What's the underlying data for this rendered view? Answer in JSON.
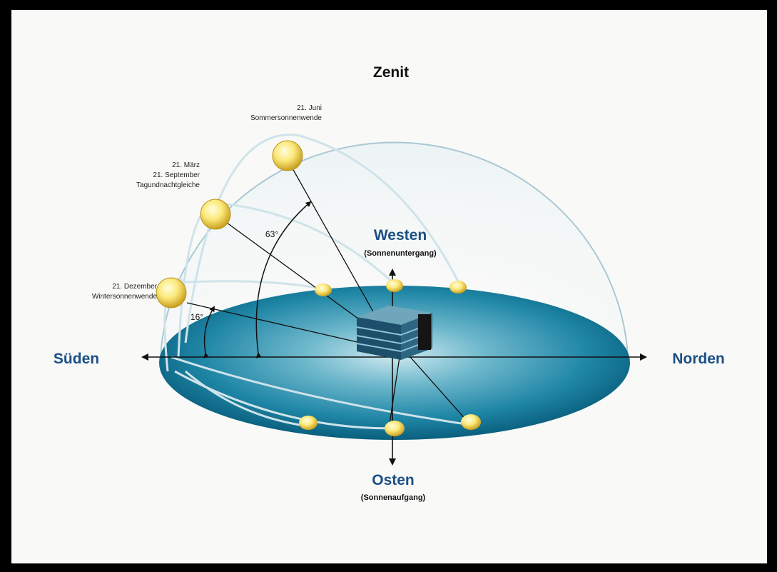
{
  "zenith": "Zenit",
  "directions": {
    "south": "Süden",
    "north": "Norden",
    "west": "Westen",
    "west_sub": "(Sonnenuntergang)",
    "east": "Osten",
    "east_sub": "(Sonnenaufgang)"
  },
  "sun_positions": {
    "summer": {
      "line1": "21. Juni",
      "line2": "Sommersonnenwende"
    },
    "equinox": {
      "line1": "21. März",
      "line2": "21. September",
      "line3": "Tagundnachtgleiche"
    },
    "winter": {
      "line1": "21. Dezember",
      "line2": "Wintersonnenwende"
    }
  },
  "angles": {
    "equinox": "63°",
    "winter": "16°"
  },
  "colors": {
    "background": "#000000",
    "canvas": "#f9f9f7",
    "disk_center": "#bfe2ea",
    "disk_edge": "#0b6a8a",
    "label_blue": "#1a4f86",
    "sun_light": "#fff8b0",
    "sun_dark": "#d9b21c",
    "arc": "#9fc3d0"
  }
}
